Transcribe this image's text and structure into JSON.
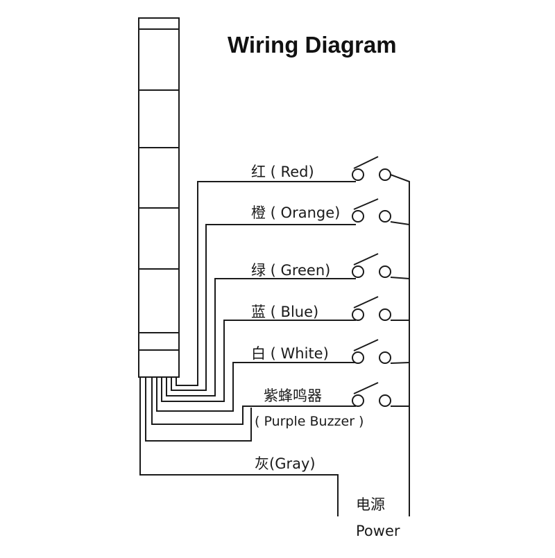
{
  "title": "Wiring Diagram",
  "wires": [
    {
      "key": "red",
      "label": "红 ( Red)"
    },
    {
      "key": "orange",
      "label": "橙 ( Orange)"
    },
    {
      "key": "green",
      "label": "绿 ( Green)"
    },
    {
      "key": "blue",
      "label": "蓝 ( Blue)"
    },
    {
      "key": "white",
      "label": "白 ( White)"
    },
    {
      "key": "buzzer",
      "label": "紫蜂鸣器",
      "sublabel": "( Purple Buzzer )"
    }
  ],
  "gray_label": "灰(Gray)",
  "power_label_cn": "电源",
  "power_label_en": "Power"
}
